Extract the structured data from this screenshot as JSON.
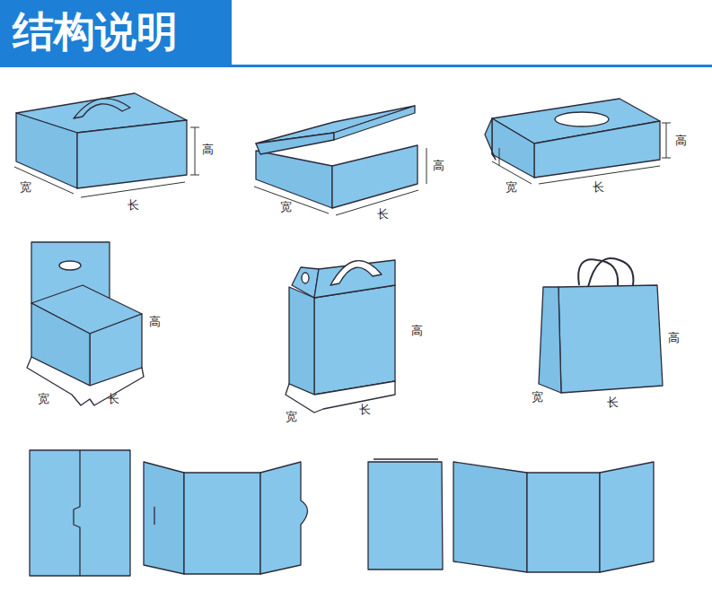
{
  "diagram": {
    "title": "结构说明",
    "labels": [
      "高",
      "宽",
      "长",
      "高",
      "宽",
      "长",
      "高",
      "宽",
      "长",
      "高",
      "宽",
      "长",
      "高",
      "宽",
      "长",
      "高",
      "宽",
      "长"
    ]
  }
}
